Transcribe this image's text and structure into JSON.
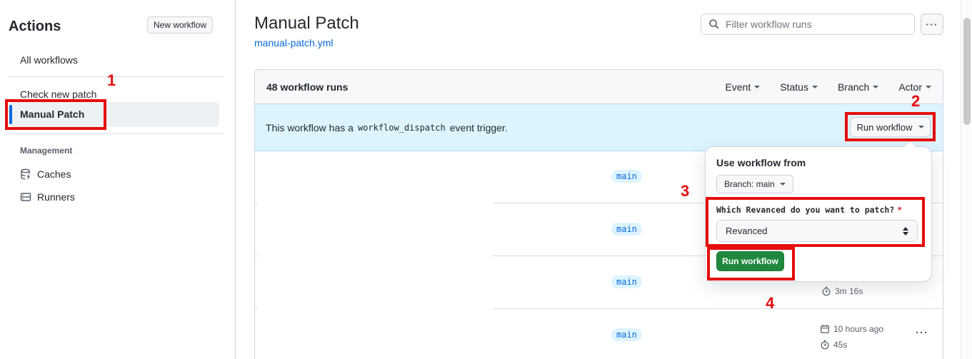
{
  "annotations": {
    "labels": [
      "1",
      "2",
      "3",
      "4"
    ],
    "color": "#e60d0d"
  },
  "glyphs": {
    "kebab": "···"
  },
  "colors": {
    "accent_blue": "#0969da",
    "banner_bg": "#ddf4ff",
    "success_green": "#1f883d",
    "tab_underline": "#fd8c73",
    "annotation_red": "#e60d0d"
  },
  "sidebar": {
    "title": "Actions",
    "new_workflow_label": "New workflow",
    "items": [
      {
        "label": "All workflows",
        "selected": false
      },
      {
        "label": "Check new patch",
        "selected": false
      },
      {
        "label": "Manual Patch",
        "selected": true
      }
    ],
    "management": {
      "header": "Management",
      "items": [
        {
          "label": "Caches",
          "icon": "database-icon"
        },
        {
          "label": "Runners",
          "icon": "server-icon"
        }
      ]
    }
  },
  "header": {
    "title": "Manual Patch",
    "file_link": "manual-patch.yml",
    "search_placeholder": "Filter workflow runs"
  },
  "runs": {
    "count_label": "48 workflow runs",
    "filters": [
      {
        "label": "Event"
      },
      {
        "label": "Status"
      },
      {
        "label": "Branch"
      },
      {
        "label": "Actor"
      }
    ],
    "banner": {
      "text_before": "This workflow has a",
      "code": "workflow_dispatch",
      "text_after": "event trigger.",
      "run_workflow_label": "Run workflow"
    },
    "rows": [
      {
        "branch": "main"
      },
      {
        "branch": "main"
      },
      {
        "branch": "main",
        "duration": "3m 16s"
      },
      {
        "branch": "main",
        "time": "10 hours ago",
        "duration": "45s"
      }
    ]
  },
  "dropdown": {
    "title": "Use workflow from",
    "branch_button_label": "Branch: main",
    "input_label": "Which Revanced do you want to patch?",
    "required_mark": "*",
    "select_value": "Revanced",
    "run_button_label": "Run workflow"
  }
}
